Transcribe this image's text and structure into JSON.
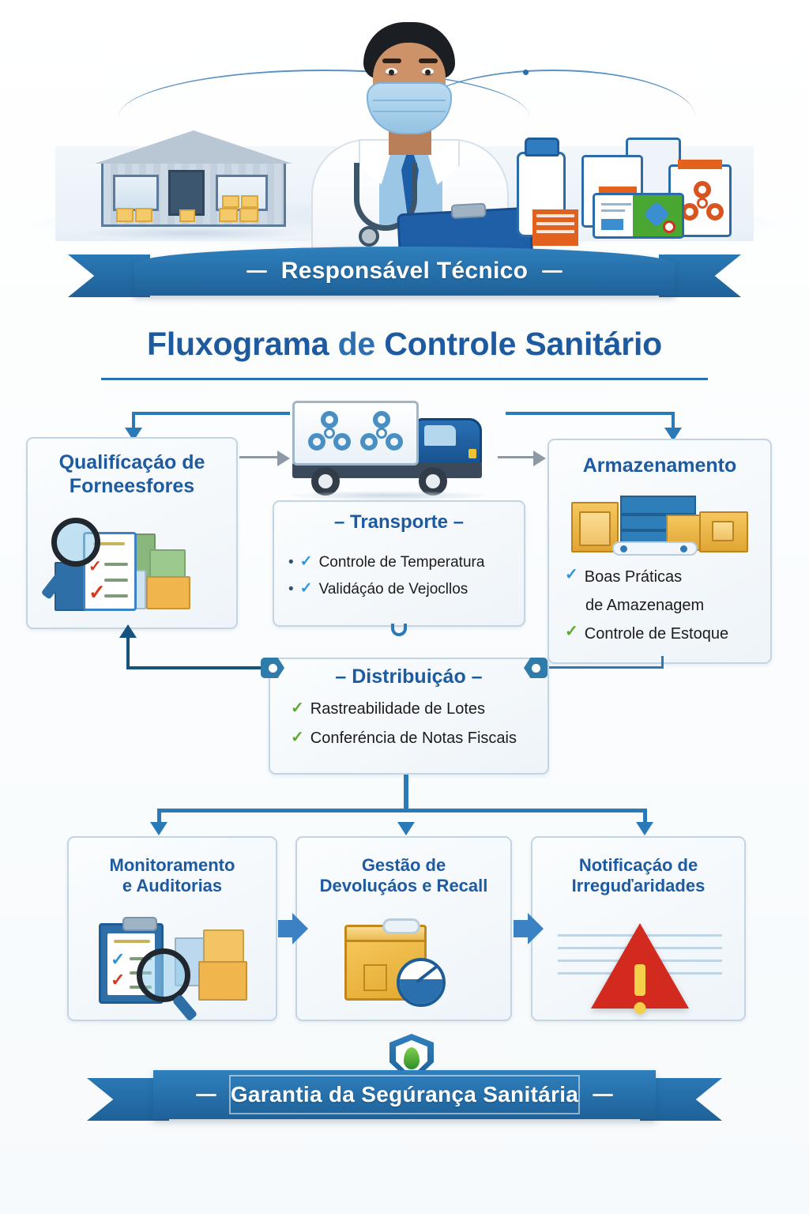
{
  "hero": {
    "ribbon_text": "Responsável Técnico",
    "scene": {
      "warehouse": "warehouse-building",
      "person": "technical-responsible-person",
      "products": "pharmaceutical-products"
    }
  },
  "title": {
    "part1": "Fluxograma",
    "part2": "de",
    "part3": "Controle Sanitário"
  },
  "flow": {
    "qualificacao": {
      "title_line1": "Qualifícaçáo de",
      "title_line2": "Forneesfores"
    },
    "transporte": {
      "title": "– Transporte –",
      "items": [
        {
          "mark": "✓",
          "text": "Controle de Temperatura"
        },
        {
          "mark": "✓",
          "text": "Validáçáo de Vejocllos"
        }
      ]
    },
    "armazenamento": {
      "title": "Armazenamento",
      "items": [
        {
          "mark": "✓",
          "text": "Boas Práticas"
        },
        {
          "mark": "",
          "text": "de Amazenagem"
        },
        {
          "mark": "✓",
          "text": "Controle de Estoque"
        }
      ]
    },
    "distribuicao": {
      "title": "–  Distribuiçáo  –",
      "items": [
        {
          "mark": "✓",
          "text": "Rastreabilidade de Lotes"
        },
        {
          "mark": "✓",
          "text": "Conferéncia de Notas Fiscais"
        }
      ]
    },
    "monitoramento": {
      "title_line1": "Monitoramento",
      "title_line2": "e Auditorias"
    },
    "gestao": {
      "title_line1": "Gestão de",
      "title_line2": "Devoluçáos e Recall"
    },
    "notificacao": {
      "title_line1": "Notificaçáo de",
      "title_line2": "Irreguďaridades"
    }
  },
  "footer": {
    "ribbon_text": "Garantia da Segúrança  Sanitária",
    "shield_icon": "shield-leaf-icon"
  },
  "colors": {
    "brand_blue": "#1e5aa0",
    "ribbon_blue": "#2f80bd",
    "connector_blue": "#2a7ab8",
    "check_green": "#5ba82e",
    "check_blue": "#2e96d8",
    "alert_red": "#d32a20",
    "crate_orange": "#e0a634"
  }
}
